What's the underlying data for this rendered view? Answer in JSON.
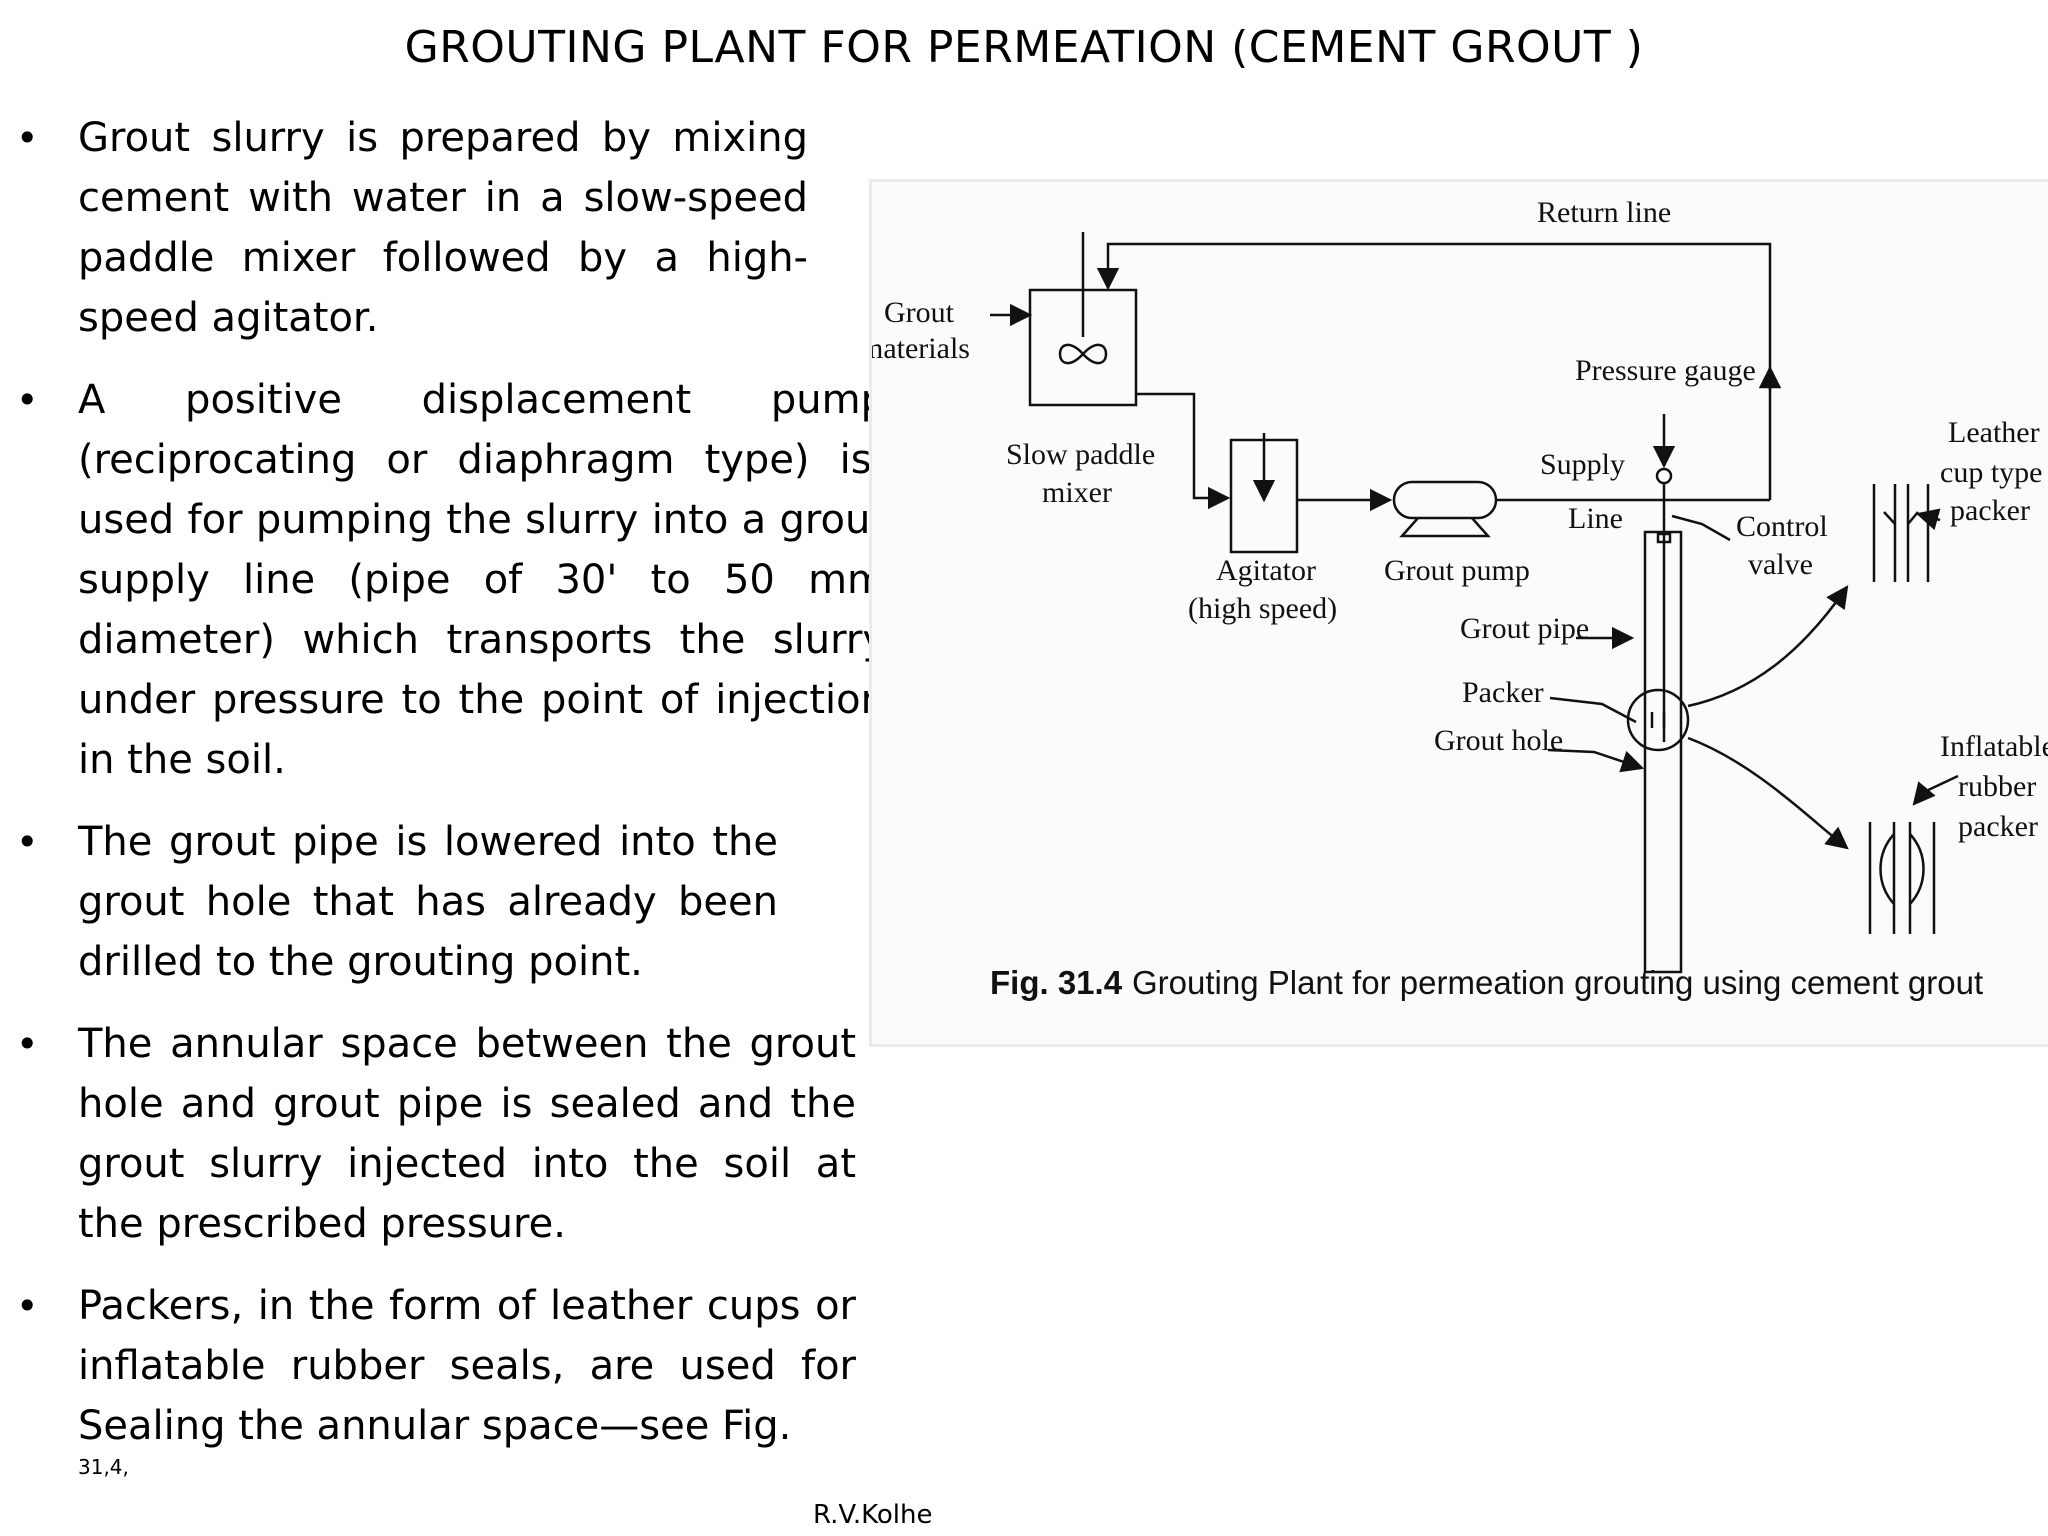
{
  "slide": {
    "title": "GROUTING PLANT FOR PERMEATION (CEMENT GROUT )",
    "bullets": [
      "Grout slurry is prepared by mixing cement with water in a slow-speed paddle mixer followed by a high-speed agitator.",
      " A positive displacement pump (reciprocating or diaphragm type) is- used for pumping the slurry into a grout supply line (pipe of 30' to 50 mm diameter) which transports the slurry under pressure to the point of injection in the soil.",
      "The grout pipe is lowered into the grout hole that has already been drilled to the grouting point.",
      "The annular space between the grout hole and grout pipe is sealed and the grout slurry injected into the soil at the prescribed pressure.",
      "Packers, in the form of leather cups or inflatable rubber seals, are used for Sealing the annular space—see Fig."
    ],
    "footnote": "31,4,",
    "author": "R.V.Kolhe"
  },
  "figure": {
    "labels": {
      "return_line": "Return line",
      "grout": "Grout",
      "materials": "materials",
      "pressure_gauge": "Pressure gauge",
      "leather1": "Leather",
      "leather2": "cup type",
      "leather3": "packer",
      "slow1": "Slow paddle",
      "slow2": "mixer",
      "supply": "Supply",
      "line": "Line",
      "control1": "Control",
      "control2": "valve",
      "agitator1": "Agitator",
      "agitator2": "(high speed)",
      "grout_pump": "Grout pump",
      "grout_pipe": "Grout pipe",
      "packer": "Packer",
      "grout_hole": "Grout hole",
      "inflatable1": "Inflatable",
      "inflatable2": "rubber",
      "inflatable3": "packer"
    },
    "caption_number": "Fig. 31.4",
    "caption_text": "Grouting Plant for permeation grouting using cement grout"
  }
}
